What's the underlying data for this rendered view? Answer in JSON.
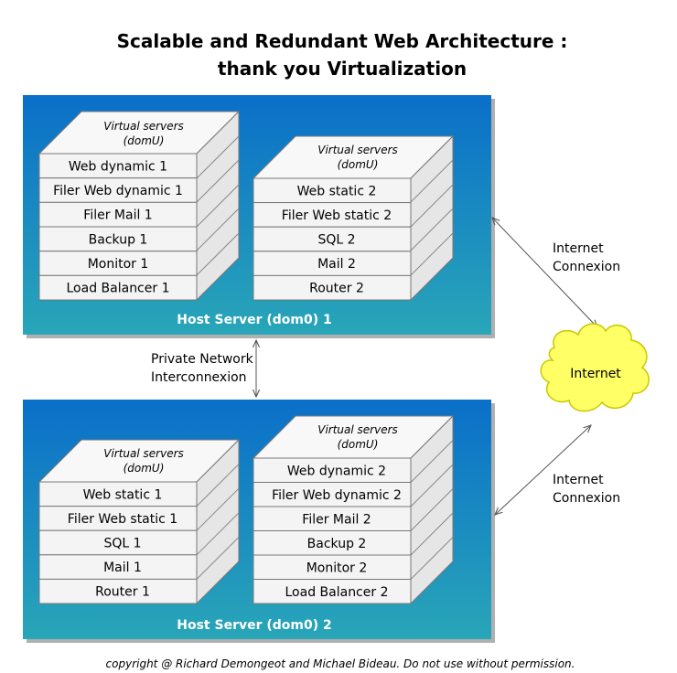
{
  "title": {
    "line1": "Scalable and Redundant Web Architecture :",
    "line2": "thank you Virtualization"
  },
  "hosts": [
    {
      "label": "Host Server (dom0) 1",
      "stacks": [
        {
          "title1": "Virtual servers",
          "title2": "(domU)",
          "rows": [
            "Web dynamic 1",
            "Filer Web dynamic 1",
            "Filer Mail 1",
            "Backup 1",
            "Monitor 1",
            "Load Balancer 1"
          ]
        },
        {
          "title1": "Virtual servers",
          "title2": "(domU)",
          "rows": [
            "Web static 2",
            "Filer Web static 2",
            "SQL 2",
            "Mail 2",
            "Router 2"
          ]
        }
      ]
    },
    {
      "label": "Host Server (dom0) 2",
      "stacks": [
        {
          "title1": "Virtual servers",
          "title2": "(domU)",
          "rows": [
            "Web static 1",
            "Filer Web static 1",
            "SQL 1",
            "Mail 1",
            "Router 1"
          ]
        },
        {
          "title1": "Virtual servers",
          "title2": "(domU)",
          "rows": [
            "Web dynamic 2",
            "Filer Web dynamic 2",
            "Filer Mail 2",
            "Backup 2",
            "Monitor 2",
            "Load Balancer 2"
          ]
        }
      ]
    }
  ],
  "private_network": {
    "line1": "Private Network",
    "line2": "Interconnexion"
  },
  "internet": {
    "label": "Internet",
    "connection_line1": "Internet",
    "connection_line2": "Connexion"
  },
  "copyright": "copyright @ Richard Demongeot and Michael Bideau. Do not use without permission.",
  "colors": {
    "host_top": "#0a6fc9",
    "host_bottom": "#29a6b8",
    "cloud_fill": "#ffff66",
    "cloud_stroke": "#c8c800",
    "row_fill": "#f4f4f4",
    "row_stroke": "#777777"
  }
}
